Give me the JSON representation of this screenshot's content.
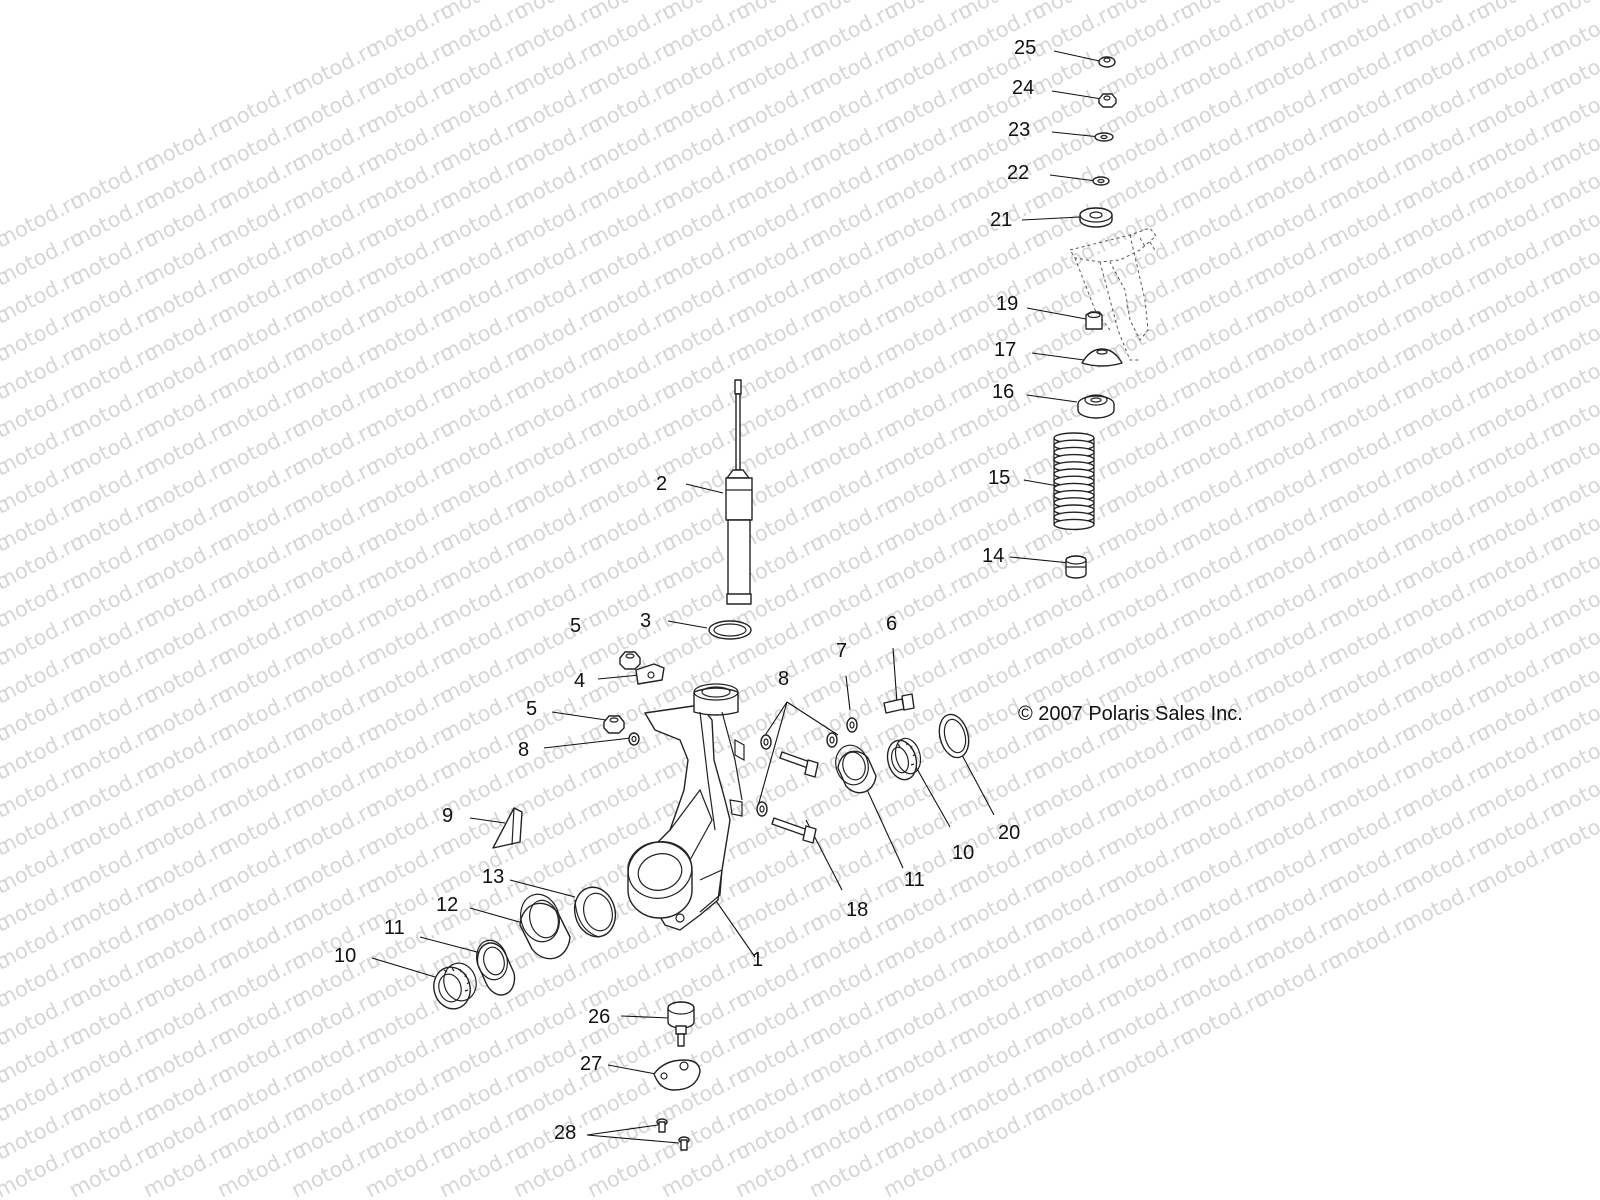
{
  "watermark": {
    "text": "motod.ru",
    "color": "#d6d6d6"
  },
  "copyright": "© 2007 Polaris Sales Inc.",
  "callouts": {
    "c1": "1",
    "c2": "2",
    "c3": "3",
    "c4": "4",
    "c5a": "5",
    "c5b": "5",
    "c6": "6",
    "c7": "7",
    "c8a": "8",
    "c8b": "8",
    "c9": "9",
    "c10a": "10",
    "c10b": "10",
    "c11a": "11",
    "c11b": "11",
    "c12": "12",
    "c13": "13",
    "c14": "14",
    "c15": "15",
    "c16": "16",
    "c17": "17",
    "c18": "18",
    "c19": "19",
    "c20": "20",
    "c21": "21",
    "c22": "22",
    "c23": "23",
    "c24": "24",
    "c25": "25",
    "c26": "26",
    "c27": "27",
    "c28": "28"
  }
}
